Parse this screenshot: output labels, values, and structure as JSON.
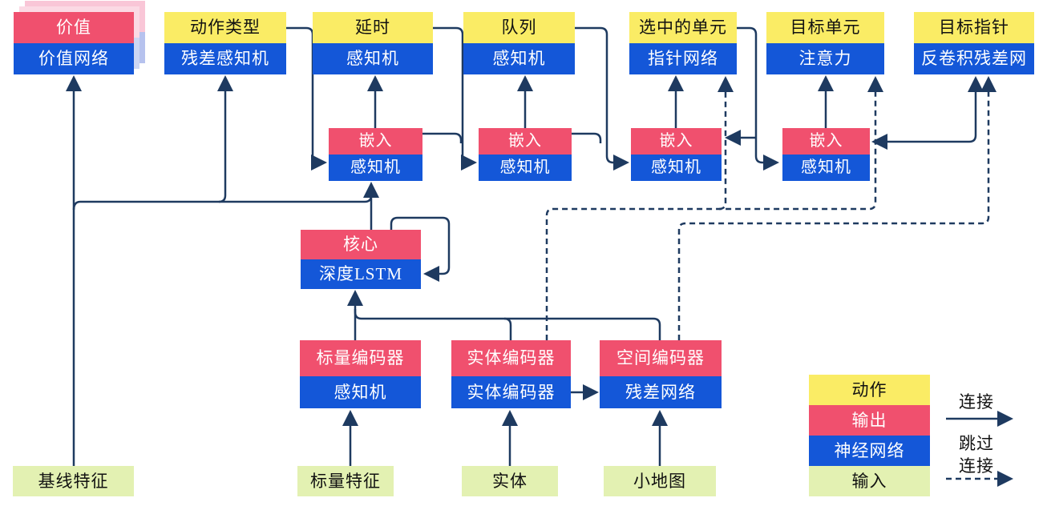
{
  "diagram": {
    "heads": {
      "value": {
        "top": "价值",
        "bottom": "价值网络"
      },
      "action_type": {
        "top": "动作类型",
        "bottom": "残差感知机"
      },
      "delay": {
        "top": "延时",
        "bottom": "感知机"
      },
      "queue": {
        "top": "队列",
        "bottom": "感知机"
      },
      "selected_units": {
        "top": "选中的单元",
        "bottom": "指针网络"
      },
      "target_unit": {
        "top": "目标单元",
        "bottom": "注意力"
      },
      "target_point": {
        "top": "目标指针",
        "bottom": "反卷积残差网"
      }
    },
    "embedding": {
      "top": "嵌入",
      "bottom": "感知机"
    },
    "core": {
      "top": "核心",
      "bottom": "深度LSTM"
    },
    "encoders": {
      "scalar": {
        "top": "标量编码器",
        "bottom": "感知机"
      },
      "entity": {
        "top": "实体编码器",
        "bottom": "实体编码器"
      },
      "spatial": {
        "top": "空间编码器",
        "bottom": "残差网络"
      }
    },
    "inputs": {
      "baseline": "基线特征",
      "scalar": "标量特征",
      "entity": "实体",
      "minimap": "小地图"
    },
    "legend": {
      "action": "动作",
      "output": "输出",
      "network": "神经网络",
      "input": "输入",
      "connection": "连接",
      "skip_line1": "跳过",
      "skip_line2": "连接"
    },
    "colors": {
      "action": "#FAEC65",
      "output": "#F0506E",
      "network": "#1457D8",
      "input": "#E3F1B2",
      "line": "#1E3A60"
    }
  }
}
